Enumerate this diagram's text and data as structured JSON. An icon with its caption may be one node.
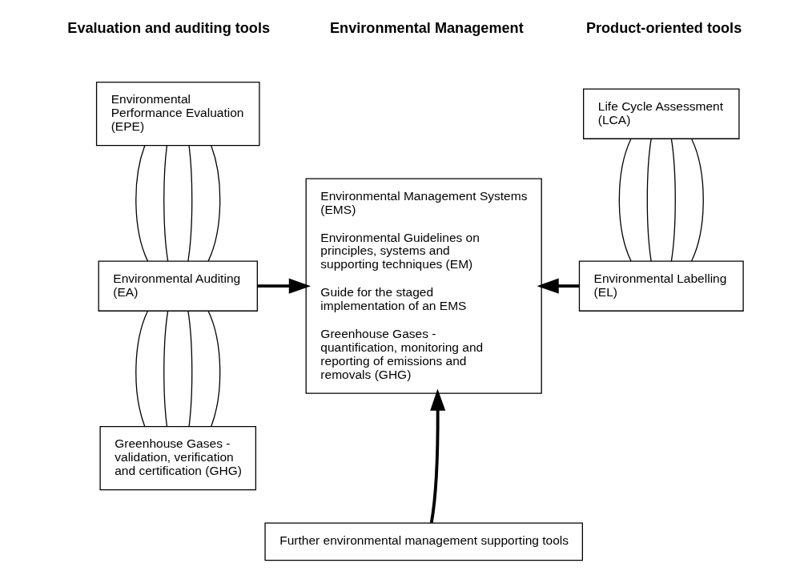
{
  "diagram": {
    "nodes": [
      {
        "text": [
          "Environmental Performance Evaluation (EPE)"
        ]
      },
      {
        "text": [
          "Environmental Auditing (EA)"
        ]
      },
      {
        "text": [
          "Greenhouse Gases - validation, verification and certification (GHG)"
        ]
      },
      {
        "text": [
          "Environmental Management Systems (EMS)",
          "Environmental Guidelines on principles, systems and supporting techniques (EM)",
          "Guide for the staged implementation of an EMS",
          "Greenhouse Gases - quantification, monitoring and reporting of emissions and removals (GHG)"
        ]
      },
      {
        "text": [
          "Life Cycle Assessment (LCA)"
        ]
      },
      {
        "text": [
          "Environmental Labelling (EL)"
        ]
      },
      {
        "text": [
          "Further environmental management supporting tools"
        ]
      }
    ],
    "edges": [
      {
        "from": 0,
        "to": 1,
        "arrow": "none"
      },
      {
        "from": 0,
        "to": 1,
        "arrow": "none"
      },
      {
        "from": 0,
        "to": 1,
        "arrow": "none"
      },
      {
        "from": 0,
        "to": 1,
        "arrow": "none"
      },
      {
        "from": 1,
        "to": 2,
        "arrow": "none"
      },
      {
        "from": 1,
        "to": 2,
        "arrow": "none"
      },
      {
        "from": 1,
        "to": 2,
        "arrow": "none"
      },
      {
        "from": 1,
        "to": 2,
        "arrow": "none"
      },
      {
        "from": 4,
        "to": 5,
        "arrow": "none"
      },
      {
        "from": 4,
        "to": 5,
        "arrow": "none"
      },
      {
        "from": 4,
        "to": 5,
        "arrow": "none"
      },
      {
        "from": 4,
        "to": 5,
        "arrow": "none"
      },
      {
        "from": 1,
        "to": 3,
        "arrow": "to",
        "style": "thick"
      },
      {
        "from": 5,
        "to": 3,
        "arrow": "to",
        "style": "thick"
      },
      {
        "from": 6,
        "to": 3,
        "arrow": "to",
        "style": "thick"
      }
    ],
    "labels": [
      "Evaluation and auditing tools",
      "Environmental Management",
      "Product-oriented tools"
    ]
  }
}
